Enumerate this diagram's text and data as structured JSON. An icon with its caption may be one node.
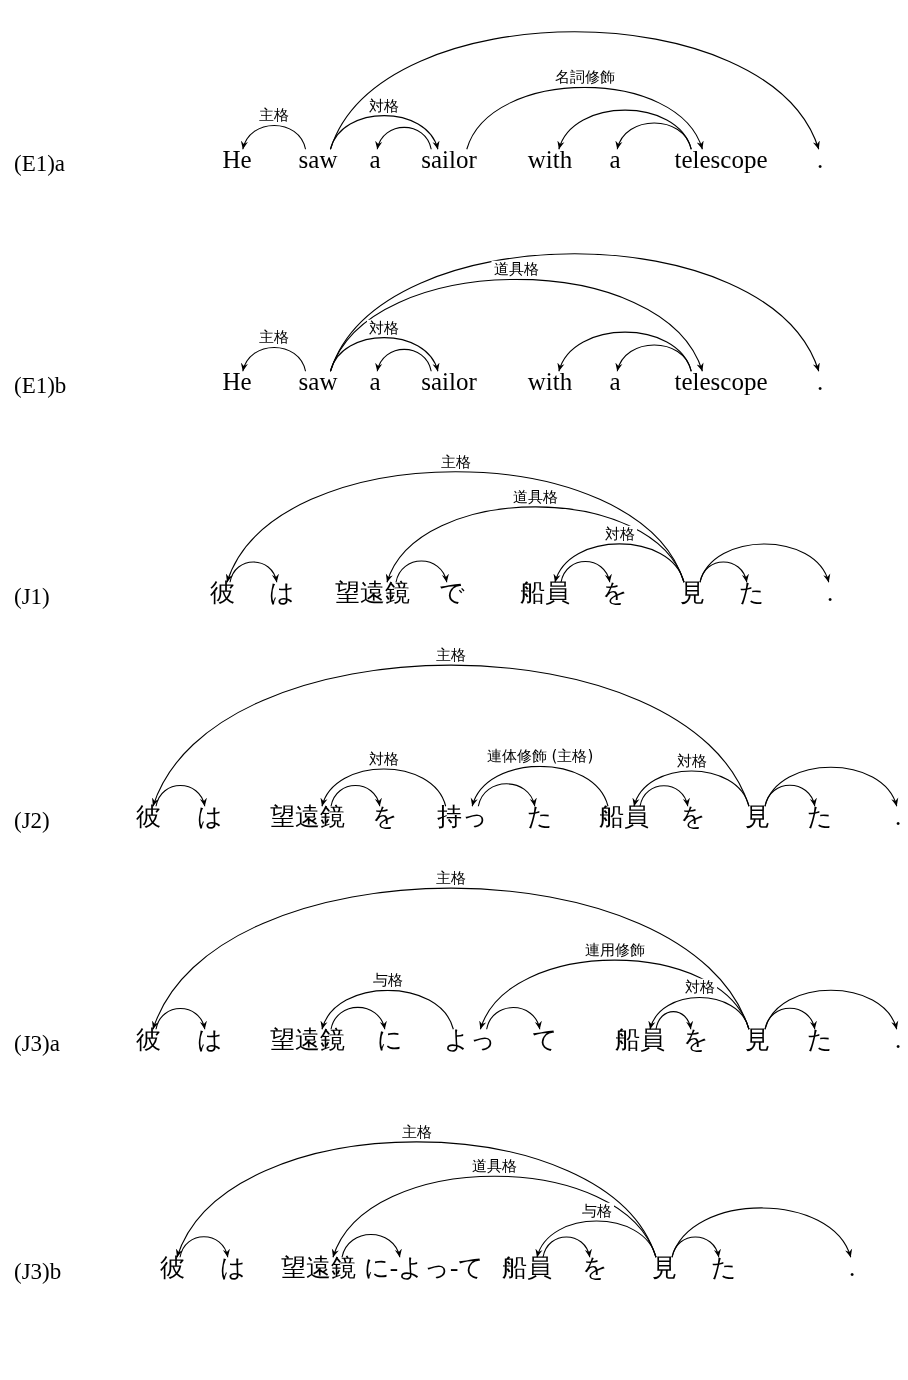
{
  "diagram": {
    "nodes": [
      {
        "text": [
          "He"
        ]
      },
      {
        "text": [
          "saw"
        ]
      },
      {
        "text": [
          "a"
        ]
      },
      {
        "text": [
          "sailor"
        ]
      },
      {
        "text": [
          "with"
        ]
      },
      {
        "text": [
          "a"
        ]
      },
      {
        "text": [
          "telescope"
        ]
      },
      {
        "text": [
          "."
        ]
      },
      {
        "text": [
          "He"
        ]
      },
      {
        "text": [
          "saw"
        ]
      },
      {
        "text": [
          "a"
        ]
      },
      {
        "text": [
          "sailor"
        ]
      },
      {
        "text": [
          "with"
        ]
      },
      {
        "text": [
          "a"
        ]
      },
      {
        "text": [
          "telescope"
        ]
      },
      {
        "text": [
          "."
        ]
      },
      {
        "text": [
          "彼"
        ]
      },
      {
        "text": [
          "は"
        ]
      },
      {
        "text": [
          "望遠鏡"
        ]
      },
      {
        "text": [
          "で"
        ]
      },
      {
        "text": [
          "船員"
        ]
      },
      {
        "text": [
          "を"
        ]
      },
      {
        "text": [
          "見"
        ]
      },
      {
        "text": [
          "た"
        ]
      },
      {
        "text": [
          "."
        ]
      },
      {
        "text": [
          "彼"
        ]
      },
      {
        "text": [
          "は"
        ]
      },
      {
        "text": [
          "望遠鏡"
        ]
      },
      {
        "text": [
          "を"
        ]
      },
      {
        "text": [
          "持っ"
        ]
      },
      {
        "text": [
          "た"
        ]
      },
      {
        "text": [
          "船員"
        ]
      },
      {
        "text": [
          "を"
        ]
      },
      {
        "text": [
          "見"
        ]
      },
      {
        "text": [
          "た"
        ]
      },
      {
        "text": [
          "."
        ]
      },
      {
        "text": [
          "彼"
        ]
      },
      {
        "text": [
          "は"
        ]
      },
      {
        "text": [
          "望遠鏡"
        ]
      },
      {
        "text": [
          "に"
        ]
      },
      {
        "text": [
          "よっ"
        ]
      },
      {
        "text": [
          "て"
        ]
      },
      {
        "text": [
          "船員"
        ]
      },
      {
        "text": [
          "を"
        ]
      },
      {
        "text": [
          "見"
        ]
      },
      {
        "text": [
          "た"
        ]
      },
      {
        "text": [
          "."
        ]
      },
      {
        "text": [
          "彼"
        ]
      },
      {
        "text": [
          "は"
        ]
      },
      {
        "text": [
          "望遠鏡"
        ]
      },
      {
        "text": [
          "に-よっ-て"
        ]
      },
      {
        "text": [
          "船員"
        ]
      },
      {
        "text": [
          "を"
        ]
      },
      {
        "text": [
          "見"
        ]
      },
      {
        "text": [
          "た"
        ]
      },
      {
        "text": [
          "."
        ]
      }
    ],
    "edges": [
      {
        "from": 1,
        "to": 0,
        "arrow": "to",
        "label": "主格"
      },
      {
        "from": 1,
        "to": 3,
        "arrow": "to",
        "label": "対格"
      },
      {
        "from": 3,
        "to": 2,
        "arrow": "to"
      },
      {
        "from": 1,
        "to": 7,
        "arrow": "to"
      },
      {
        "from": 3,
        "to": 6,
        "arrow": "to",
        "label": "名詞修飾"
      },
      {
        "from": 6,
        "to": 4,
        "arrow": "to"
      },
      {
        "from": 6,
        "to": 5,
        "arrow": "to"
      },
      {
        "from": 9,
        "to": 8,
        "arrow": "to",
        "label": "主格"
      },
      {
        "from": 9,
        "to": 11,
        "arrow": "to",
        "label": "対格"
      },
      {
        "from": 11,
        "to": 10,
        "arrow": "to"
      },
      {
        "from": 9,
        "to": 14,
        "arrow": "to",
        "label": "道具格"
      },
      {
        "from": 9,
        "to": 15,
        "arrow": "to"
      },
      {
        "from": 14,
        "to": 12,
        "arrow": "to"
      },
      {
        "from": 14,
        "to": 13,
        "arrow": "to"
      },
      {
        "from": 22,
        "to": 16,
        "arrow": "to",
        "label": "主格"
      },
      {
        "from": 16,
        "to": 17,
        "arrow": "to"
      },
      {
        "from": 22,
        "to": 18,
        "arrow": "to",
        "label": "道具格"
      },
      {
        "from": 18,
        "to": 19,
        "arrow": "to"
      },
      {
        "from": 22,
        "to": 20,
        "arrow": "to",
        "label": "対格"
      },
      {
        "from": 20,
        "to": 21,
        "arrow": "to"
      },
      {
        "from": 22,
        "to": 23,
        "arrow": "to"
      },
      {
        "from": 22,
        "to": 24,
        "arrow": "to"
      },
      {
        "from": 33,
        "to": 25,
        "arrow": "to",
        "label": "主格"
      },
      {
        "from": 25,
        "to": 26,
        "arrow": "to"
      },
      {
        "from": 29,
        "to": 27,
        "arrow": "to",
        "label": "対格"
      },
      {
        "from": 27,
        "to": 28,
        "arrow": "to"
      },
      {
        "from": 31,
        "to": 29,
        "arrow": "to",
        "label": "連体修飾 (主格)"
      },
      {
        "from": 29,
        "to": 30,
        "arrow": "to"
      },
      {
        "from": 33,
        "to": 31,
        "arrow": "to",
        "label": "対格"
      },
      {
        "from": 31,
        "to": 32,
        "arrow": "to"
      },
      {
        "from": 33,
        "to": 34,
        "arrow": "to"
      },
      {
        "from": 33,
        "to": 35,
        "arrow": "to"
      },
      {
        "from": 44,
        "to": 36,
        "arrow": "to",
        "label": "主格"
      },
      {
        "from": 36,
        "to": 37,
        "arrow": "to"
      },
      {
        "from": 40,
        "to": 38,
        "arrow": "to",
        "label": "与格"
      },
      {
        "from": 38,
        "to": 39,
        "arrow": "to"
      },
      {
        "from": 44,
        "to": 40,
        "arrow": "to",
        "label": "連用修飾"
      },
      {
        "from": 40,
        "to": 41,
        "arrow": "to"
      },
      {
        "from": 44,
        "to": 42,
        "arrow": "to",
        "label": "対格"
      },
      {
        "from": 42,
        "to": 43,
        "arrow": "to"
      },
      {
        "from": 44,
        "to": 45,
        "arrow": "to"
      },
      {
        "from": 44,
        "to": 46,
        "arrow": "to"
      },
      {
        "from": 53,
        "to": 47,
        "arrow": "to",
        "label": "主格"
      },
      {
        "from": 47,
        "to": 48,
        "arrow": "to"
      },
      {
        "from": 53,
        "to": 49,
        "arrow": "to",
        "label": "道具格"
      },
      {
        "from": 49,
        "to": 50,
        "arrow": "to"
      },
      {
        "from": 53,
        "to": 51,
        "arrow": "to",
        "label": "与格"
      },
      {
        "from": 51,
        "to": 52,
        "arrow": "to"
      },
      {
        "from": 53,
        "to": 54,
        "arrow": "to"
      },
      {
        "from": 53,
        "to": 55,
        "arrow": "to"
      }
    ],
    "labels": [
      "(E1)a",
      "(E1)b",
      "(J1)",
      "(J2)",
      "(J3)a",
      "(J3)b"
    ]
  }
}
